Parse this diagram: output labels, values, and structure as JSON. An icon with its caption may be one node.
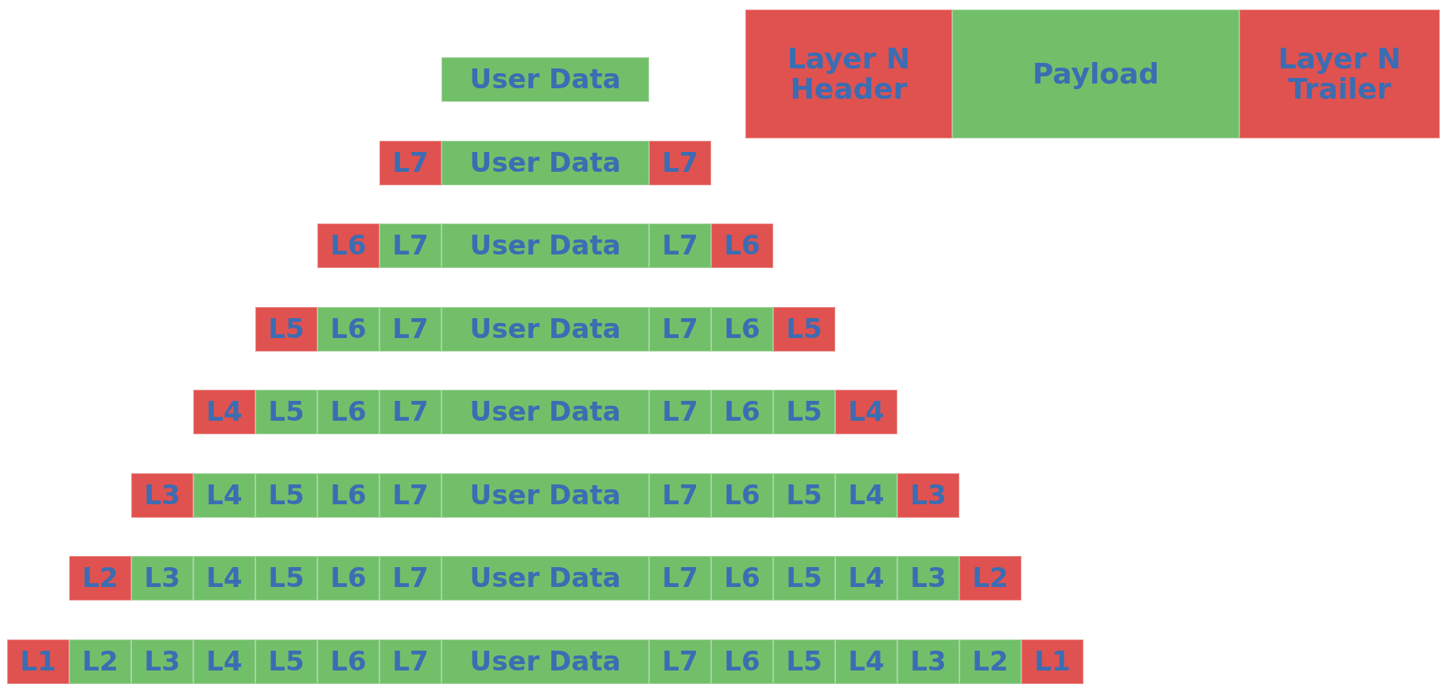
{
  "diagram": {
    "nodes": [
      {
        "text": [
          "Layer N Header"
        ]
      },
      {
        "text": [
          "Payload"
        ]
      },
      {
        "text": [
          "Layer N Trailer"
        ]
      },
      {
        "text": [
          "User Data"
        ]
      },
      {
        "text": [
          "L7"
        ]
      },
      {
        "text": [
          "User Data"
        ]
      },
      {
        "text": [
          "L7"
        ]
      },
      {
        "text": [
          "L6"
        ]
      },
      {
        "text": [
          "L7"
        ]
      },
      {
        "text": [
          "User Data"
        ]
      },
      {
        "text": [
          "L7"
        ]
      },
      {
        "text": [
          "L6"
        ]
      },
      {
        "text": [
          "L5"
        ]
      },
      {
        "text": [
          "L6"
        ]
      },
      {
        "text": [
          "L7"
        ]
      },
      {
        "text": [
          "User Data"
        ]
      },
      {
        "text": [
          "L7"
        ]
      },
      {
        "text": [
          "L6"
        ]
      },
      {
        "text": [
          "L5"
        ]
      },
      {
        "text": [
          "L4"
        ]
      },
      {
        "text": [
          "L5"
        ]
      },
      {
        "text": [
          "L6"
        ]
      },
      {
        "text": [
          "L7"
        ]
      },
      {
        "text": [
          "User Data"
        ]
      },
      {
        "text": [
          "L7"
        ]
      },
      {
        "text": [
          "L6"
        ]
      },
      {
        "text": [
          "L5"
        ]
      },
      {
        "text": [
          "L4"
        ]
      },
      {
        "text": [
          "L3"
        ]
      },
      {
        "text": [
          "L4"
        ]
      },
      {
        "text": [
          "L5"
        ]
      },
      {
        "text": [
          "L6"
        ]
      },
      {
        "text": [
          "L7"
        ]
      },
      {
        "text": [
          "User Data"
        ]
      },
      {
        "text": [
          "L7"
        ]
      },
      {
        "text": [
          "L6"
        ]
      },
      {
        "text": [
          "L5"
        ]
      },
      {
        "text": [
          "L4"
        ]
      },
      {
        "text": [
          "L3"
        ]
      },
      {
        "text": [
          "L2"
        ]
      },
      {
        "text": [
          "L3"
        ]
      },
      {
        "text": [
          "L4"
        ]
      },
      {
        "text": [
          "L5"
        ]
      },
      {
        "text": [
          "L6"
        ]
      },
      {
        "text": [
          "L7"
        ]
      },
      {
        "text": [
          "User Data"
        ]
      },
      {
        "text": [
          "L7"
        ]
      },
      {
        "text": [
          "L6"
        ]
      },
      {
        "text": [
          "L5"
        ]
      },
      {
        "text": [
          "L4"
        ]
      },
      {
        "text": [
          "L3"
        ]
      },
      {
        "text": [
          "L2"
        ]
      },
      {
        "text": [
          "L1"
        ]
      },
      {
        "text": [
          "L2"
        ]
      },
      {
        "text": [
          "L3"
        ]
      },
      {
        "text": [
          "L4"
        ]
      },
      {
        "text": [
          "L5"
        ]
      },
      {
        "text": [
          "L6"
        ]
      },
      {
        "text": [
          "L7"
        ]
      },
      {
        "text": [
          "User Data"
        ]
      },
      {
        "text": [
          "L7"
        ]
      },
      {
        "text": [
          "L6"
        ]
      },
      {
        "text": [
          "L5"
        ]
      },
      {
        "text": [
          "L4"
        ]
      },
      {
        "text": [
          "L3"
        ]
      },
      {
        "text": [
          "L2"
        ]
      },
      {
        "text": [
          "L1"
        ]
      }
    ]
  }
}
